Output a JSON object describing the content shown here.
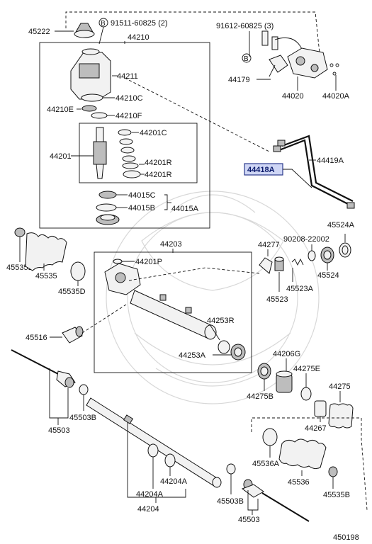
{
  "labels": {
    "p45222": "45222",
    "p91511": "91511-60825 (2)",
    "p44210": "44210",
    "p91612": "91612-60825 (3)",
    "p44211": "44211",
    "p44179": "44179",
    "p44020": "44020",
    "p44020A": "44020A",
    "p44210C": "44210C",
    "p44210E": "44210E",
    "p44210F": "44210F",
    "p44201C": "44201C",
    "p44201": "44201",
    "p44201R_1": "44201R",
    "p44201R_2": "44201R",
    "p44419A": "44419A",
    "p44418A": "44418A",
    "p44015C": "44015C",
    "p44015B": "44015B",
    "p44015A": "44015A",
    "p45524A": "45524A",
    "p44203": "44203",
    "p44277": "44277",
    "p90208": "90208-22002",
    "p45535B_1": "45535B",
    "p45535": "45535",
    "p44201P": "44201P",
    "p45524": "45524",
    "p45535D": "45535D",
    "p45523A": "45523A",
    "p45523": "45523",
    "p44253R": "44253R",
    "p45516": "45516",
    "p44253A": "44253A",
    "p44206G": "44206G",
    "p44275E": "44275E",
    "p44275": "44275",
    "p44275B": "44275B",
    "p45503B_1": "45503B",
    "p44267": "44267",
    "p45503_1": "45503",
    "p45536A": "45536A",
    "p44204A_1": "44204A",
    "p44204A_2": "44204A",
    "p45536": "45536",
    "p44204": "44204",
    "p45503B_2": "45503B",
    "p45535B_2": "45535B",
    "p45503_2": "45503",
    "diagram_id": "450198"
  },
  "markers": {
    "b1": "B",
    "b2": "B"
  },
  "colors": {
    "highlight_border": "#2b3a8c",
    "highlight_fill": "#cfd6f5",
    "ink": "#111111"
  }
}
